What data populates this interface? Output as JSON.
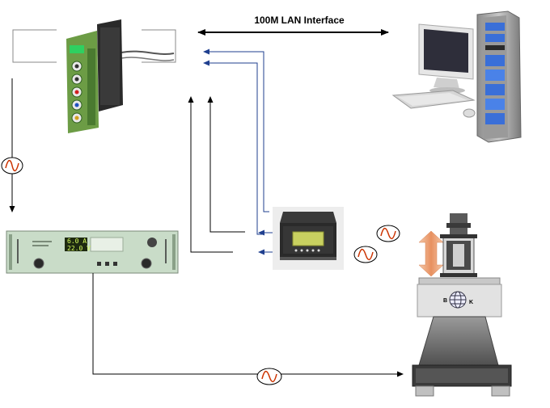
{
  "diagram": {
    "lan_label": "100M LAN Interface",
    "amplifier_display": {
      "line1": "6.0 A",
      "line2": "22.0 V"
    },
    "shaker_letters": {
      "left": "B",
      "right": "K"
    },
    "colors": {
      "line": "#000000",
      "signal_line": "#1f3f8f",
      "signal_symbol": "#cc3300",
      "arrow_vertical": "#e8a070",
      "amplifier_panel": "#c9dcc8",
      "controller_green": "#5b8c3a",
      "pc_blue": "#3a6fd8"
    },
    "components": [
      {
        "id": "controller-module",
        "name": "controller module"
      },
      {
        "id": "computer",
        "name": "computer"
      },
      {
        "id": "power-amplifier",
        "name": "power amplifier"
      },
      {
        "id": "signal-conditioner",
        "name": "signal conditioner"
      },
      {
        "id": "shaker",
        "name": "vibration shaker"
      }
    ],
    "signal_symbols": [
      {
        "id": "sig-controller-amp",
        "icon": "sine-wave-icon"
      },
      {
        "id": "sig-top-channel",
        "icon": "sine-wave-icon"
      },
      {
        "id": "sig-bottom-channel",
        "icon": "sine-wave-icon"
      },
      {
        "id": "sig-amp-shaker",
        "icon": "sine-wave-icon"
      }
    ]
  }
}
